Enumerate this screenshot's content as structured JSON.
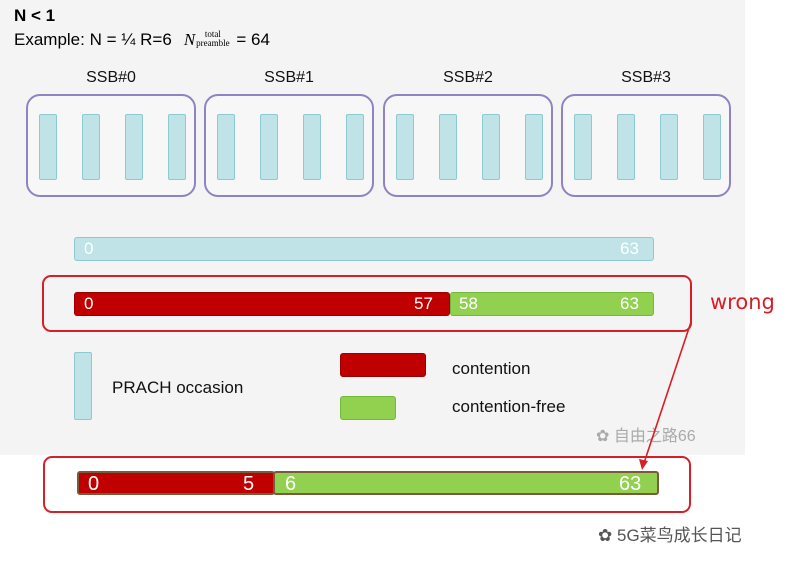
{
  "header": {
    "title": "N < 1",
    "example_prefix": "Example: N = ¼   R=6",
    "symbol": "N",
    "symbol_sup": "total",
    "symbol_sub": "preamble",
    "example_suffix": "= 64"
  },
  "ssbs": [
    "SSB#0",
    "SSB#1",
    "SSB#2",
    "SSB#3"
  ],
  "preamble_bar": {
    "start": "0",
    "end": "63"
  },
  "split_bar": {
    "contention_start": "0",
    "contention_end": "57",
    "free_start": "58",
    "free_end": "63"
  },
  "wrong_label": "wrong",
  "legend": {
    "prach": "PRACH occasion",
    "contention": "contention",
    "contention_free": "contention-free"
  },
  "corrected_bar": {
    "contention_start": "0",
    "contention_end": "5",
    "free_start": "6",
    "free_end": "63"
  },
  "watermarks": {
    "inner": "自由之路66",
    "outer": "5G菜鸟成长日记"
  },
  "colors": {
    "occasion": "#bfe3e6",
    "contention": "#c00000",
    "contention_free": "#92d050",
    "highlight": "#d61f26",
    "ssb_border": "#8f83c4"
  }
}
